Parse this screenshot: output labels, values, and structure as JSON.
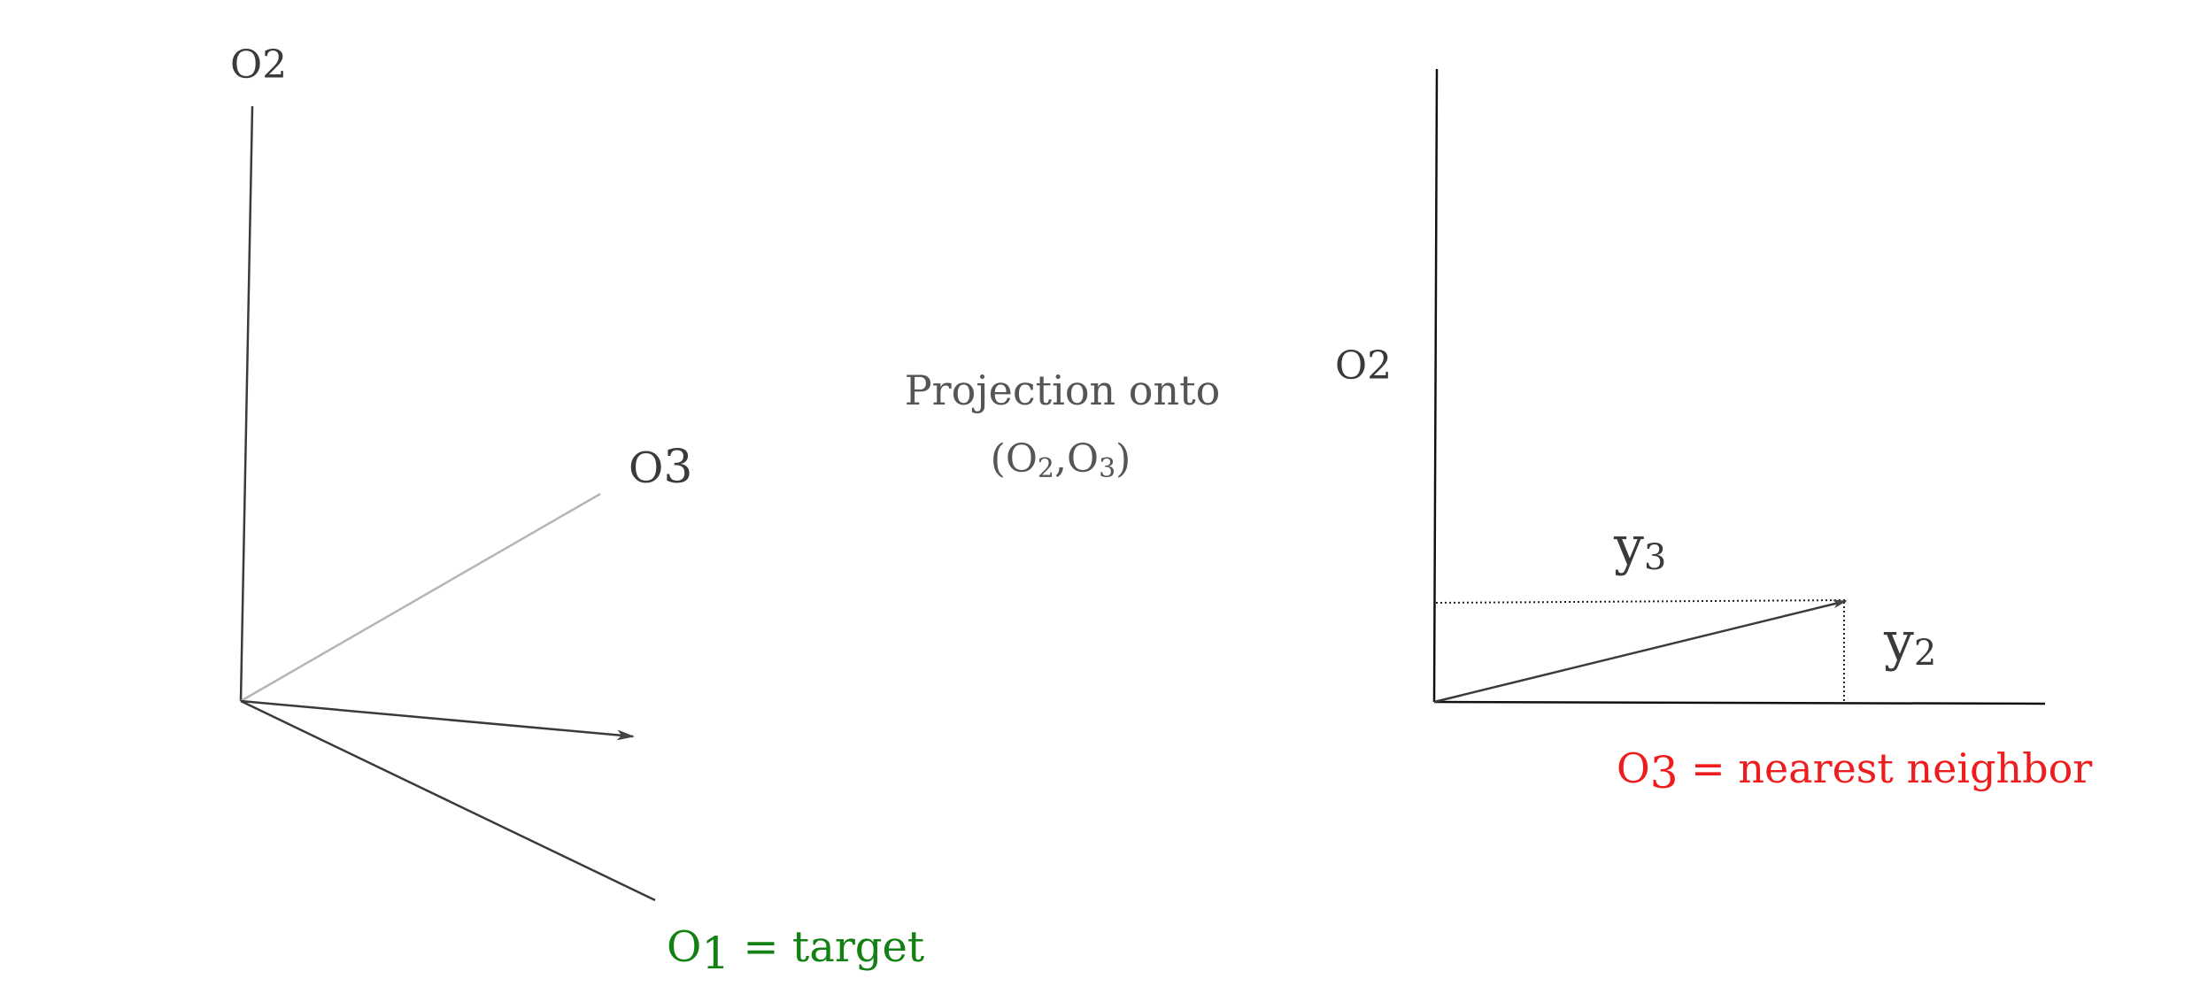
{
  "left_diagram": {
    "axis_o2": {
      "base": "O",
      "sub": "2"
    },
    "axis_o3": {
      "base": "O",
      "sub": "3"
    },
    "target_label": {
      "base": "O",
      "sub": "1",
      "rest": " = target"
    }
  },
  "middle": {
    "line1": "Projection onto",
    "line2": {
      "open": "(O",
      "sub_a": "2",
      "mid": ",O",
      "sub_b": "3",
      "close": ")"
    }
  },
  "right_diagram": {
    "axis_o2": {
      "base": "O",
      "sub": "2"
    },
    "y3_label": {
      "base": "y",
      "sub": "3"
    },
    "y2_label": {
      "base": "y",
      "sub": "2"
    },
    "neighbor_label": {
      "base": "O",
      "sub": "3",
      "rest": " = nearest neighbor"
    }
  },
  "colors": {
    "ink": "#3a3a3a",
    "axis_light": "#b5b5b5",
    "target_green": "#138013",
    "neighbor_red": "#ee1c1c",
    "caption_gray": "#555555"
  }
}
